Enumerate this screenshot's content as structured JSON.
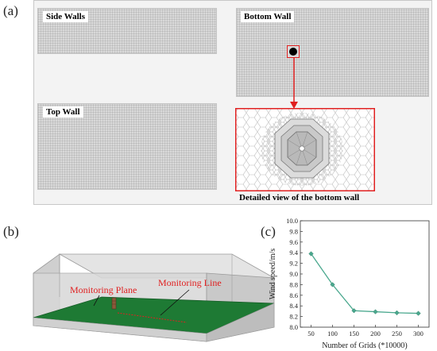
{
  "panels": {
    "a": {
      "label": "(a)",
      "side_walls": "Side Walls",
      "bottom_wall": "Bottom Wall",
      "top_wall": "Top Wall",
      "detail_caption": "Detailed view of the bottom wall"
    },
    "b": {
      "label": "(b)",
      "monitoring_plane": "Monitoring Plane",
      "monitoring_line": "Monitoring Line"
    },
    "c": {
      "label": "(c)"
    }
  },
  "colors": {
    "ground": "#1e7a34",
    "line_series": "#4aa88e",
    "highlight": "#e02020",
    "label_red": "#e02020"
  },
  "chart_data": {
    "type": "line",
    "xlabel": "Number of Grids (*10000)",
    "ylabel": "Wind speed/m/s",
    "x": [
      50,
      100,
      150,
      200,
      250,
      300
    ],
    "series": [
      {
        "values": [
          9.38,
          8.8,
          8.31,
          8.29,
          8.27,
          8.26
        ]
      }
    ],
    "xticks": [
      "50",
      "100",
      "150",
      "200",
      "250",
      "300"
    ],
    "yticks": [
      "8.0",
      "8.2",
      "8.4",
      "8.6",
      "8.8",
      "9.0",
      "9.2",
      "9.4",
      "9.6",
      "9.8",
      "10.0"
    ],
    "xlim": [
      25,
      325
    ],
    "ylim": [
      8.0,
      10.0
    ],
    "grid": false
  }
}
